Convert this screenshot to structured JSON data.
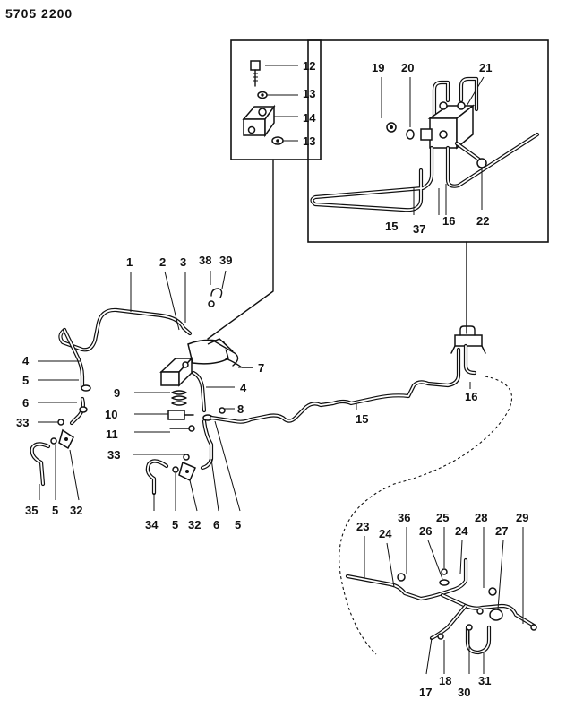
{
  "header": {
    "code": "5705  2200"
  },
  "callouts": {
    "c1": "1",
    "c2": "2",
    "c3": "3",
    "c38": "38",
    "c39": "39",
    "c4a": "4",
    "c4b": "4",
    "c5a": "5",
    "c6a": "6",
    "c33a": "33",
    "c35": "35",
    "c5b": "5",
    "c32a": "32",
    "c9": "9",
    "c10": "10",
    "c11": "11",
    "c33b": "33",
    "c34": "34",
    "c5c": "5",
    "c32b": "32",
    "c6b": "6",
    "c5d": "5",
    "c7": "7",
    "c8": "8",
    "c15a": "15",
    "c16a": "16",
    "c12": "12",
    "c13a": "13",
    "c14": "14",
    "c13b": "13",
    "c19": "19",
    "c20": "20",
    "c21": "21",
    "c15b": "15",
    "c37": "37",
    "c16b": "16",
    "c22": "22",
    "c23": "23",
    "c24a": "24",
    "c36": "36",
    "c25": "25",
    "c26": "26",
    "c24b": "24",
    "c28": "28",
    "c27": "27",
    "c29": "29",
    "c17": "17",
    "c18": "18",
    "c30": "30",
    "c31": "31"
  }
}
